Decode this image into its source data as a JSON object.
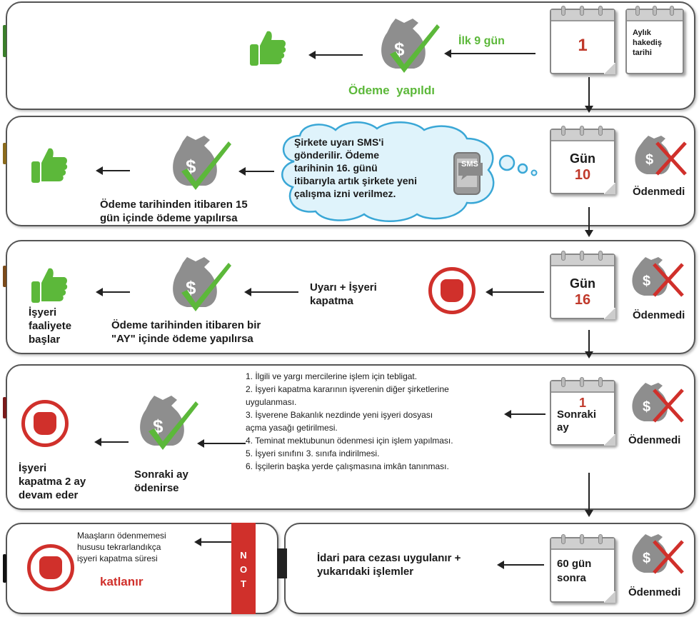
{
  "row1": {
    "calendar_day": "1",
    "note_label": "Aylık hakediş tarihi",
    "note_lines": [
      "Aylık",
      "hakediş",
      "tarihi"
    ],
    "interval_label": "İlk 9 gün",
    "status_label": "Ödeme  yapıldı"
  },
  "row2": {
    "calendar_lines": [
      "Gün",
      "10"
    ],
    "status_label": "Ödenmedi",
    "bubble_lines": [
      "Şirkete uyarı SMS'i",
      "gönderilir. Ödeme",
      "tarihinin 16. günü",
      "itibarıyla artık şirkete yeni",
      "çalışma izni verilmez."
    ],
    "sms_label": "SMS",
    "condition_lines": [
      "Ödeme tarihinden itibaren 15",
      "gün içinde ödeme yapılırsa"
    ]
  },
  "row3": {
    "calendar_lines": [
      "Gün",
      "16"
    ],
    "status_label": "Ödenmedi",
    "warning_lines": [
      "Uyarı + İşyeri",
      "kapatma"
    ],
    "condition_lines": [
      "Ödeme tarihinden itibaren bir",
      "\"AY\" içinde ödeme yapılırsa"
    ],
    "result_lines": [
      "İşyeri",
      "faaliyete",
      "başlar"
    ]
  },
  "row4": {
    "calendar_number": "1",
    "calendar_lines": [
      "Sonraki",
      "ay"
    ],
    "status_label": "Ödenmedi",
    "list_lines": [
      "1. İlgili ve yargı mercilerine işlem için tebligat.",
      "2. İşyeri kapatma kararının işverenin diğer şirketlerine",
      "uygulanması.",
      "3. İşverene Bakanlık nezdinde yeni işyeri dosyası",
      "açma yasağı getirilmesi.",
      "4. Teminat mektubunun ödenmesi için işlem yapılması.",
      "5. İşyeri sınıfını 3. sınıfa indirilmesi.",
      "6. İşçilerin başka yerde çalışmasına imkân tanınması."
    ],
    "condition_lines": [
      "Sonraki ay",
      "ödenirse"
    ],
    "result_lines": [
      "İşyeri",
      "kapatma 2 ay",
      "devam eder"
    ]
  },
  "row5": {
    "calendar_lines": [
      "60 gün",
      "sonra"
    ],
    "status_label": "Ödenmedi",
    "penalty_lines": [
      "İdari para cezası uygulanır +",
      "yukarıdaki işlemler"
    ],
    "note_letters": [
      "N",
      "O",
      "T"
    ],
    "note_lines": [
      "Maaşların ödenmemesi",
      "hususu tekrarlandıkça",
      "işyeri kapatma süresi"
    ],
    "note_emphasis": "katlanır"
  },
  "colors": {
    "green": "#5cb83a",
    "red": "#c0392b",
    "money_bag": "#8e8e8e",
    "note_bar": "#d0302b",
    "bubble_fill": "#dff3fb",
    "bubble_border": "#3aa7d6"
  }
}
